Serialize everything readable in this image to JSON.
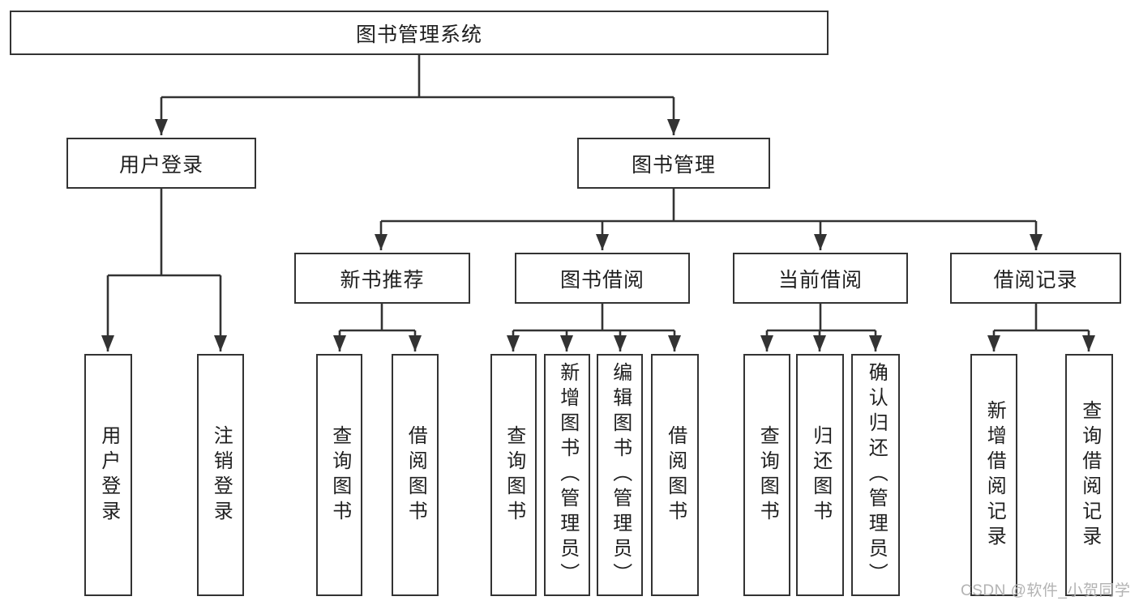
{
  "diagram": {
    "root": {
      "label": "图书管理系统"
    },
    "branches": [
      {
        "label": "用户登录",
        "children": [
          {
            "label": "用户登录"
          },
          {
            "label": "注销登录"
          }
        ]
      },
      {
        "label": "图书管理",
        "children": [
          {
            "label": "新书推荐",
            "children": [
              {
                "label": "查询图书"
              },
              {
                "label": "借阅图书"
              }
            ]
          },
          {
            "label": "图书借阅",
            "children": [
              {
                "label": "查询图书"
              },
              {
                "label": "新增图书（管理员）"
              },
              {
                "label": "编辑图书（管理员）"
              },
              {
                "label": "借阅图书"
              }
            ]
          },
          {
            "label": "当前借阅",
            "children": [
              {
                "label": "查询图书"
              },
              {
                "label": "归还图书"
              },
              {
                "label": "确认归还（管理员）"
              }
            ]
          },
          {
            "label": "借阅记录",
            "children": [
              {
                "label": "新增借阅记录"
              },
              {
                "label": "查询借阅记录"
              }
            ]
          }
        ]
      }
    ],
    "watermark": "CSDN @软件_小贺同学",
    "colors": {
      "line": "#333333",
      "border": "#333333",
      "text": "#1f1f1f",
      "watermark": "#b3b3b3",
      "background": "#ffffff"
    }
  }
}
